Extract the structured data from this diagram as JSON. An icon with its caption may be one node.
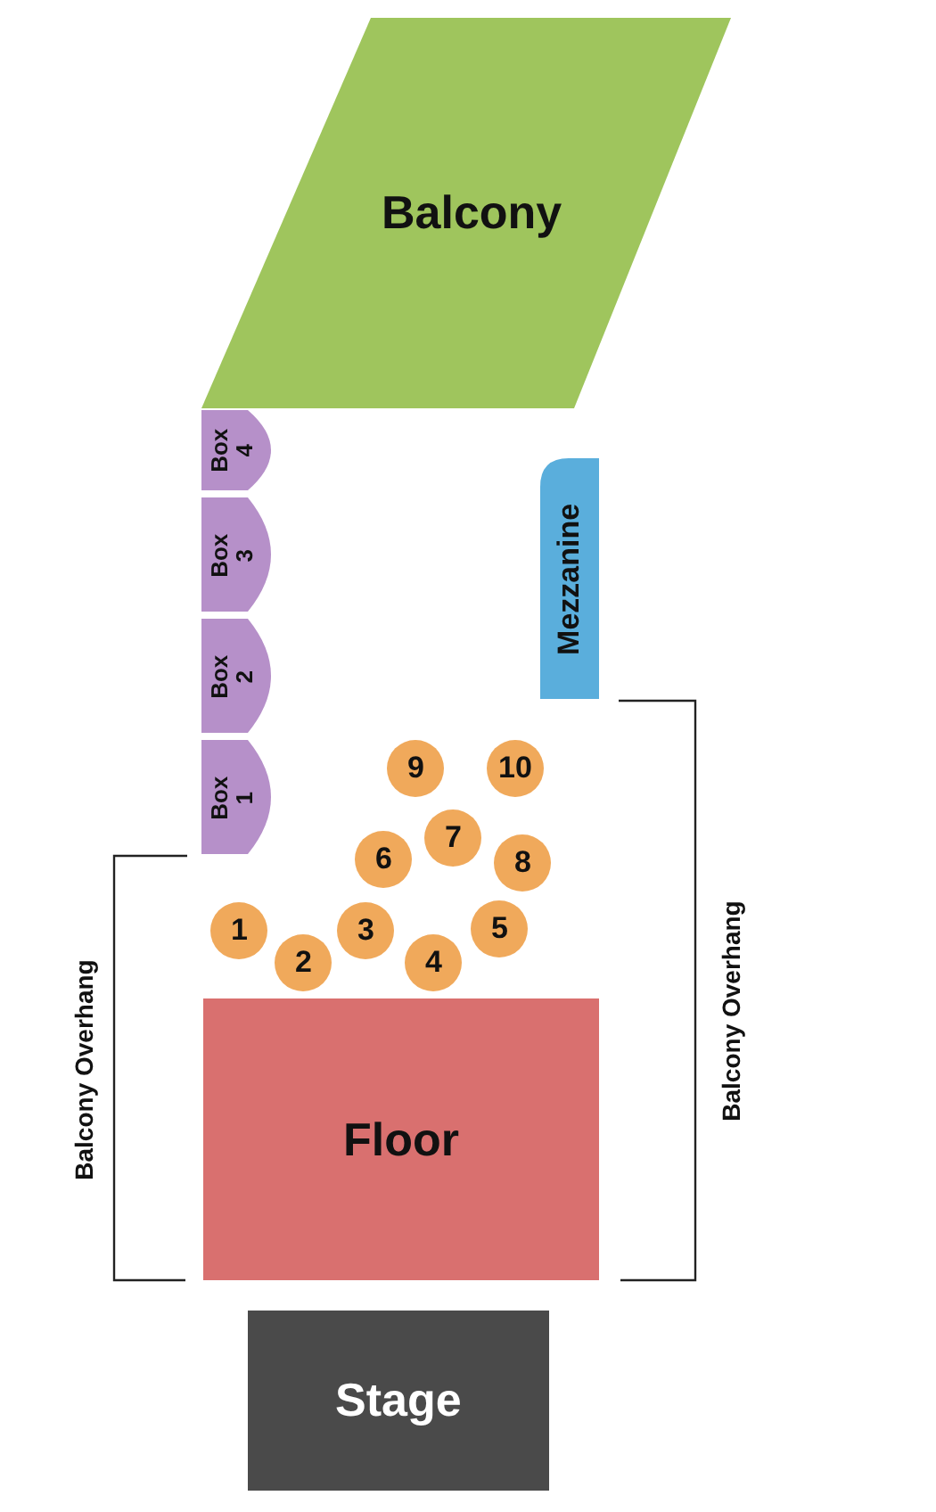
{
  "diagram": {
    "nodes": [
      {
        "text": [
          "Balcony"
        ]
      },
      {
        "text": [
          "Box 4"
        ]
      },
      {
        "text": [
          "Box 3"
        ]
      },
      {
        "text": [
          "Box 2"
        ]
      },
      {
        "text": [
          "Box 1"
        ]
      },
      {
        "text": [
          "Mezzanine"
        ]
      },
      {
        "text": [
          "9"
        ]
      },
      {
        "text": [
          "10"
        ]
      },
      {
        "text": [
          "6"
        ]
      },
      {
        "text": [
          "7"
        ]
      },
      {
        "text": [
          "8"
        ]
      },
      {
        "text": [
          "1"
        ]
      },
      {
        "text": [
          "3"
        ]
      },
      {
        "text": [
          "5"
        ]
      },
      {
        "text": [
          "2"
        ]
      },
      {
        "text": [
          "4"
        ]
      },
      {
        "text": [
          "Floor"
        ]
      },
      {
        "text": [
          "Stage"
        ]
      }
    ],
    "labels": [
      "Balcony Overhang",
      "Balcony Overhang"
    ]
  }
}
